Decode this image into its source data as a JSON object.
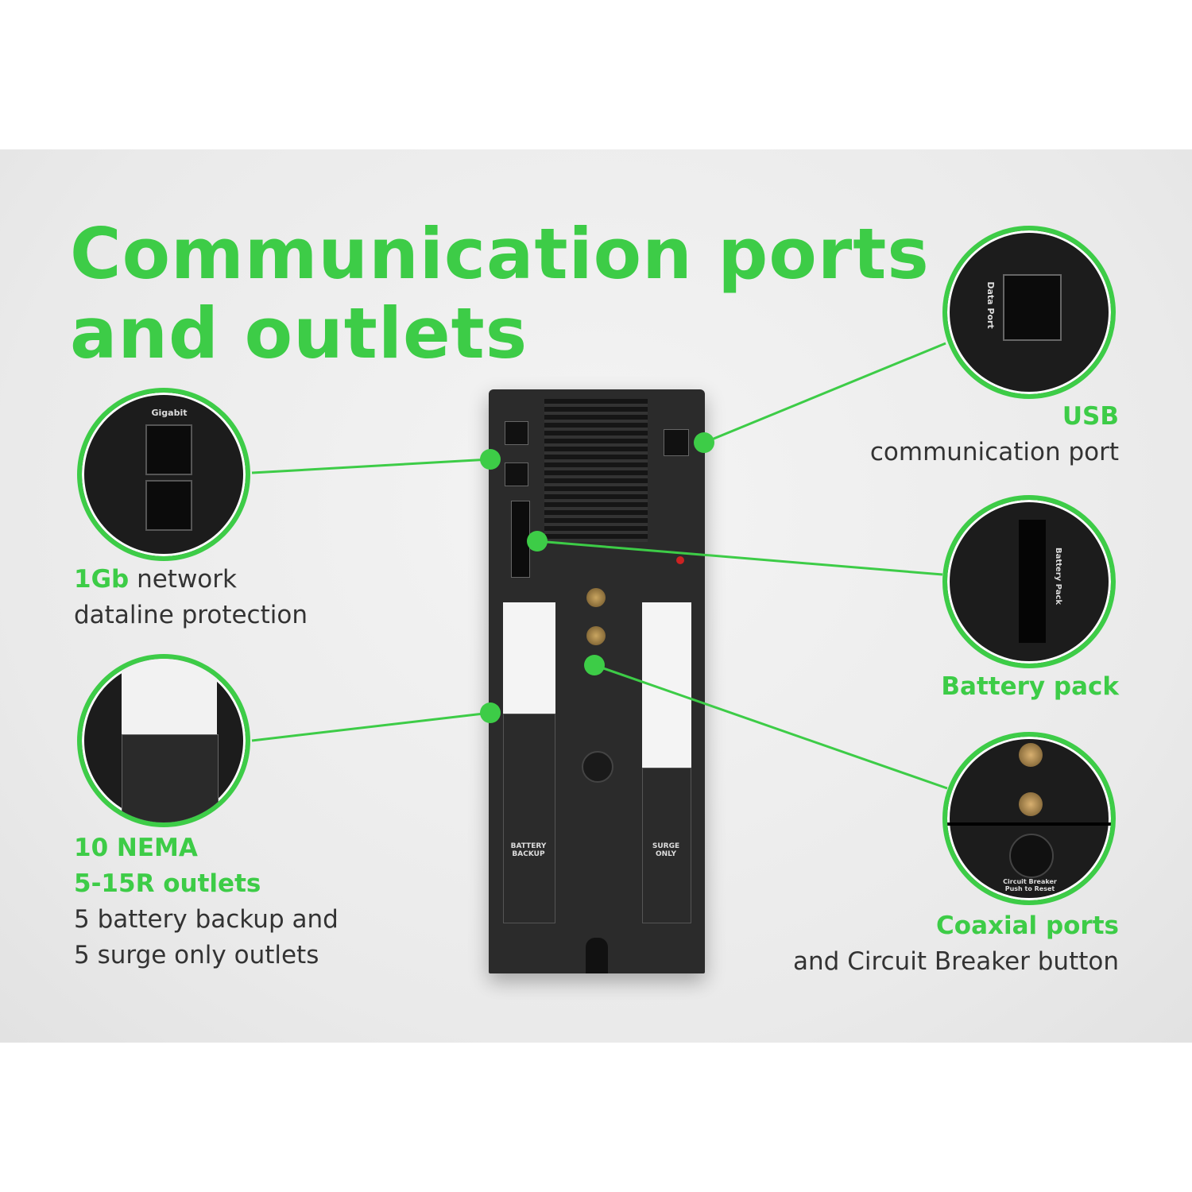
{
  "colors": {
    "accent_green": "#3dcc47",
    "text": "#333333",
    "device": "#2b2b2b"
  },
  "title": {
    "line1": "Communication ports",
    "line2": "and outlets"
  },
  "callouts": {
    "network": {
      "highlight": "1Gb",
      "rest": " network",
      "line2": "dataline protection"
    },
    "usb": {
      "highlight": "USB",
      "line2": "communication port"
    },
    "battery": {
      "highlight": "Battery pack"
    },
    "outlets": {
      "line1": "10 NEMA",
      "line2": "5-15R outlets",
      "line3": "5 battery backup and",
      "line4": "5 surge only outlets"
    },
    "coax": {
      "highlight": "Coaxial ports",
      "line2": "and Circuit Breaker button"
    }
  },
  "device_labels": {
    "gigabit": "Gigabit",
    "data_port": "Data Port",
    "battery_backup": "BATTERY BACKUP",
    "surge_only": "SURGE ONLY",
    "battery_pack": "Battery Pack",
    "circuit_breaker": "Circuit Breaker Push to Reset"
  }
}
